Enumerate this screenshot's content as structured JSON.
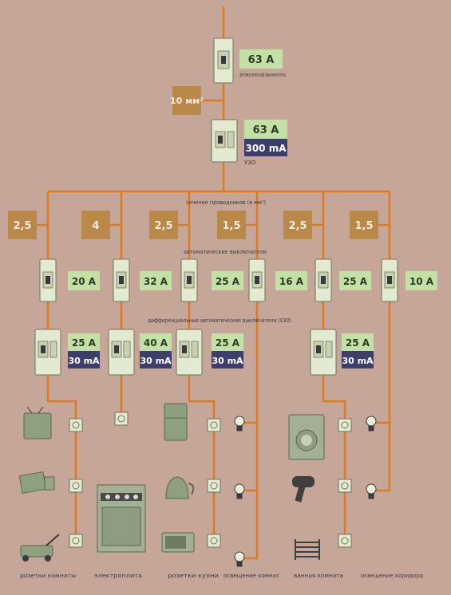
{
  "main": {
    "rating": "63 A",
    "caption": "автоматический выключатель"
  },
  "feeder": {
    "cable": "10 мм²"
  },
  "rcd": {
    "rating": "63 A",
    "sensitivity": "300 mA",
    "caption": "УЗО"
  },
  "captions": {
    "wires": "сечение проводников (в мм²)",
    "breakers": "автоматические выключатели",
    "rcbo": "дифференциальные автоматические выключатели (УЗО)"
  },
  "groups": [
    {
      "wire": "2,5",
      "breaker": "20 A",
      "rcbo_rating": "25 A",
      "rcbo_ma": "30 mA",
      "label": "розетки комнаты"
    },
    {
      "wire": "4",
      "breaker": "32 A",
      "rcbo_rating": "40 A",
      "rcbo_ma": "30 mA",
      "label": "электроплита"
    },
    {
      "wire": "2,5",
      "breaker": "25 A",
      "rcbo_rating": "25 A",
      "rcbo_ma": "30 mA",
      "label": "розетки кухни"
    },
    {
      "wire": "1,5",
      "breaker": "16 A",
      "label": "освещение комнат"
    },
    {
      "wire": "2,5",
      "breaker": "25 A",
      "rcbo_rating": "25 A",
      "rcbo_ma": "30 mA",
      "label": "ванная комната"
    },
    {
      "wire": "1,5",
      "breaker": "10 A",
      "label": "освещение коридора"
    }
  ],
  "colors": {
    "background": "#c6a698",
    "wire": "#e07a1f",
    "tag_tan": "#b9894a",
    "tag_green": "#c3e1a6",
    "tag_navy": "#3c3f6b",
    "device": "#e3ead2"
  }
}
